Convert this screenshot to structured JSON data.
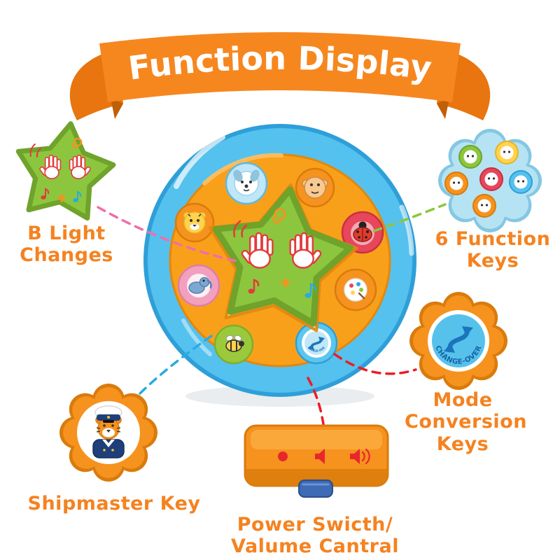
{
  "banner": {
    "title": "Function Display"
  },
  "labels": {
    "light": "B Light Changes",
    "function_keys": "6 Function Keys",
    "mode": "Mode Conversion Keys",
    "shipmaster": "Shipmaster Key",
    "power": "Power Swicth/ Valume Cantral"
  },
  "toy": {
    "change_over": "CHANGE-OVER"
  },
  "icons": {
    "power_indicator": "red-dot-icon",
    "volume_low": "speaker-icon",
    "volume_high": "speaker-waves-icon",
    "mode_key": "cycle-arrows-icon",
    "light_key": "hands-star-icon",
    "shipmaster_key": "tiger-captain-icon",
    "function_keys": "animal-buttons-icon"
  },
  "colors": {
    "label_orange": "#F58220",
    "ribbon_orange": "#F6871F",
    "toy_blue": "#55C1EE",
    "toy_orange": "#F9A01B",
    "star_green": "#8CC63E",
    "connector_pink": "#F06EAA",
    "connector_green": "#8CC63E",
    "connector_blue": "#29ABE2",
    "connector_red": "#ED1C24"
  }
}
